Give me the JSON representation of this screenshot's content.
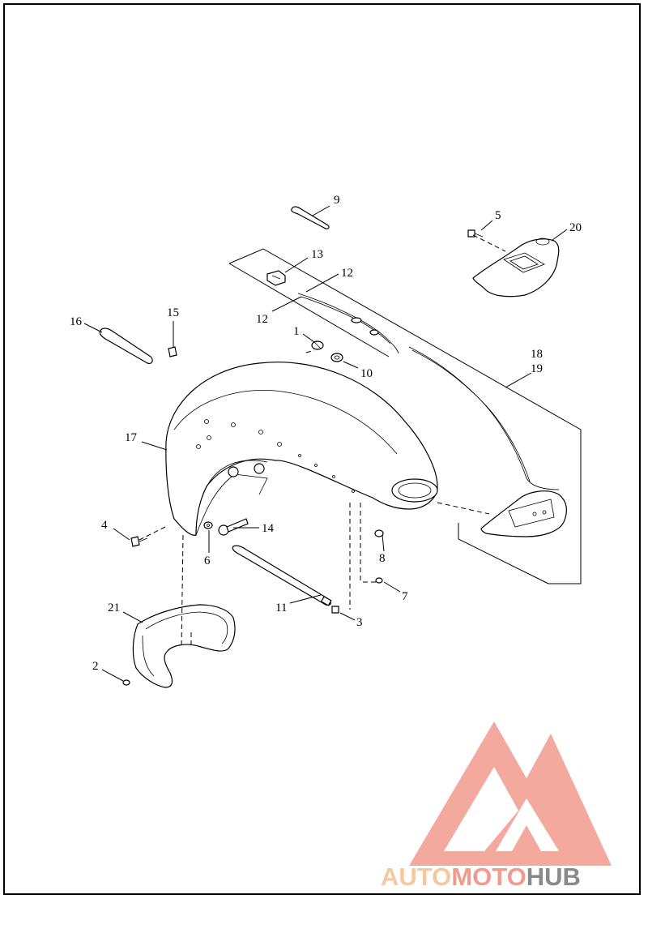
{
  "callouts": {
    "c1": "1",
    "c2": "2",
    "c3": "3",
    "c4": "4",
    "c5": "5",
    "c6": "6",
    "c7": "7",
    "c8": "8",
    "c9": "9",
    "c10": "10",
    "c11": "11",
    "c12a": "12",
    "c12b": "12",
    "c13": "13",
    "c14": "14",
    "c15": "15",
    "c16": "16",
    "c17": "17",
    "c18": "18",
    "c19": "19",
    "c20": "20",
    "c21": "21"
  },
  "watermark": {
    "word1": "AUTO",
    "word2": "MOTO",
    "word3": "HUB",
    "colors": {
      "word1": "#f5c9a0",
      "word2": "#f29a8c",
      "word3": "#8a8a8a",
      "logo": "#f4a59a"
    }
  }
}
